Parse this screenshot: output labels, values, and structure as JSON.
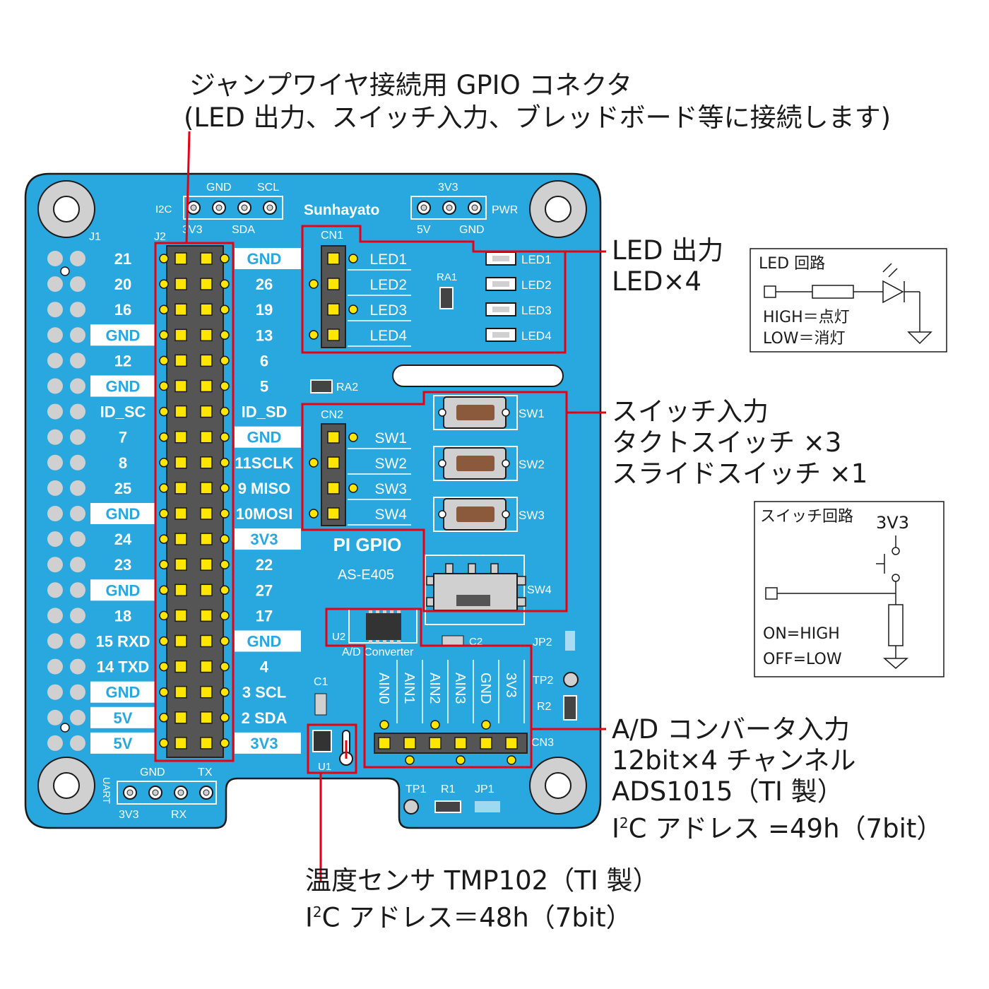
{
  "colors": {
    "board": "#29a8e0",
    "hole": "#d0d0d0",
    "callout": "#e60012",
    "text": "#1a1a1a",
    "header": "#555555",
    "pin": "#ffe600",
    "button": "#8b5a3c"
  },
  "heading": {
    "line1": "ジャンプワイヤ接続用 GPIO コネクタ",
    "line2": "(LED 出力、スイッチ入力、ブレッドボード等に接続します)"
  },
  "board": {
    "brand": "Sunhayato",
    "name": "PI GPIO",
    "model": "AS-E405",
    "j1": "J1",
    "j2": "J2",
    "i2c": {
      "label": "I2C",
      "gnd": "GND",
      "scl": "SCL",
      "v33": "3V3",
      "sda": "SDA"
    },
    "pwr": {
      "label": "PWR",
      "v33": "3V3",
      "v5": "5V",
      "gnd": "GND"
    },
    "uart": {
      "label": "UART",
      "gnd": "GND",
      "tx": "TX",
      "v33": "3V3",
      "rx": "RX"
    },
    "left_labels": [
      "21",
      "20",
      "16",
      "GND",
      "12",
      "GND",
      "ID_SC",
      "7",
      "8",
      "25",
      "GND",
      "24",
      "23",
      "GND",
      "18",
      "15 RXD",
      "14 TXD",
      "GND",
      "5V",
      "5V"
    ],
    "right_labels": [
      "GND",
      "26",
      "19",
      "13",
      "6",
      "5",
      "ID_SD",
      "GND",
      "11SCLK",
      "9 MISO",
      "10MOSI",
      "3V3",
      "22",
      "27",
      "17",
      "GND",
      "4",
      "3 SCL",
      "2 SDA",
      "3V3"
    ],
    "cn1": "CN1",
    "cn1_pins": [
      "LED1",
      "LED2",
      "LED3",
      "LED4"
    ],
    "ra1": "RA1",
    "led_labels": [
      "LED1",
      "LED2",
      "LED3",
      "LED4"
    ],
    "ra2": "RA2",
    "cn2": "CN2",
    "cn2_pins": [
      "SW1",
      "SW2",
      "SW3",
      "SW4"
    ],
    "sw_labels": [
      "SW1",
      "SW2",
      "SW3",
      "SW4"
    ],
    "u2": "U2",
    "adc_label": "A/D Converter",
    "c2": "C2",
    "jp2": "JP2",
    "tp2": "TP2",
    "r2": "R2",
    "cn3": "CN3",
    "cn3_pins": [
      "AIN0",
      "AIN1",
      "AIN2",
      "AIN3",
      "GND",
      "3V3"
    ],
    "c1": "C1",
    "u1": "U1",
    "tp1": "TP1",
    "r1": "R1",
    "jp1": "JP1"
  },
  "led_note": {
    "line1": "LED 出力",
    "line2": "LED×4"
  },
  "led_circuit": {
    "title": "LED 回路",
    "high": "HIGH＝点灯",
    "low": "LOW＝消灯"
  },
  "switch_note": {
    "line1": "スイッチ入力",
    "line2": "タクトスイッチ ×3",
    "line3": "スライドスイッチ ×1"
  },
  "switch_circuit": {
    "title": "スイッチ回路",
    "supply": "3V3",
    "on": "ON=HIGH",
    "off": "OFF=LOW"
  },
  "adc_note": {
    "line1": "A/D コンバータ入力",
    "line2": "12bit×4 チャンネル",
    "line3": "ADS1015（TI 製）",
    "line4_pre": "I",
    "line4_sup": "2",
    "line4_post": "C アドレス =49h（7bit）"
  },
  "temp_note": {
    "line1": "温度センサ TMP102（TI 製）",
    "line2_pre": "I",
    "line2_sup": "2",
    "line2_post": "C アドレス＝48h（7bit）"
  }
}
